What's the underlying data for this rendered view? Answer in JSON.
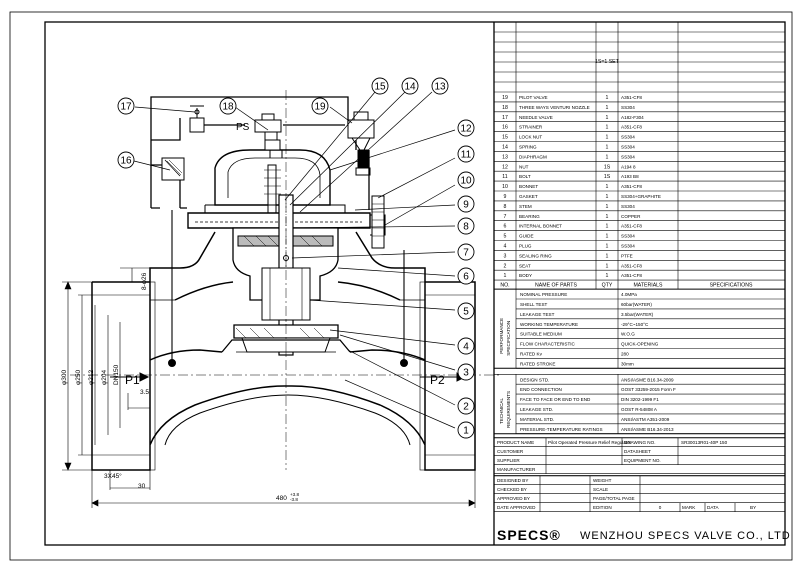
{
  "callouts": [
    "1",
    "2",
    "3",
    "4",
    "5",
    "6",
    "7",
    "8",
    "9",
    "10",
    "11",
    "12",
    "13",
    "14",
    "15",
    "16",
    "17",
    "18",
    "19"
  ],
  "drawing_labels": {
    "ps": "PS",
    "p1": "P1",
    "p2": "P2"
  },
  "dimensions": {
    "d1": "8-φ26",
    "d2": "φ300",
    "d3": "φ250",
    "d4": "φ212",
    "d5": "φ204",
    "d6": "DN150",
    "d7": "3.5",
    "d8": "3X45°",
    "d9": "30",
    "d10": "480",
    "d11": "+3.8",
    "d12": "-3.8"
  },
  "header_text": "1S=1 SET",
  "parts": [
    {
      "no": "19",
      "name": "PILOT VALVE",
      "qty": "1",
      "material": "A351-CF8"
    },
    {
      "no": "18",
      "name": "THREE WAYS VENTURI NOZZLE",
      "qty": "1",
      "material": "SS304"
    },
    {
      "no": "17",
      "name": "NEEDLE VALVE",
      "qty": "1",
      "material": "A182-F304"
    },
    {
      "no": "16",
      "name": "STRAINER",
      "qty": "1",
      "material": "A351-CF8"
    },
    {
      "no": "15",
      "name": "LOCK NUT",
      "qty": "1",
      "material": "SS304"
    },
    {
      "no": "14",
      "name": "SPRING",
      "qty": "1",
      "material": "SS304"
    },
    {
      "no": "13",
      "name": "DIAPHRAGM",
      "qty": "1",
      "material": "SS304"
    },
    {
      "no": "12",
      "name": "NUT",
      "qty": "1S",
      "material": "A194 8"
    },
    {
      "no": "11",
      "name": "BOLT",
      "qty": "1S",
      "material": "A193 B8"
    },
    {
      "no": "10",
      "name": "BONNET",
      "qty": "1",
      "material": "A351-CF8"
    },
    {
      "no": "9",
      "name": "GASKET",
      "qty": "1",
      "material": "SS304+GRAPHITE"
    },
    {
      "no": "8",
      "name": "STEM",
      "qty": "1",
      "material": "SS304"
    },
    {
      "no": "7",
      "name": "BEARING",
      "qty": "1",
      "material": "COPPER"
    },
    {
      "no": "6",
      "name": "INTERNAL BONNET",
      "qty": "1",
      "material": "A351-CF8"
    },
    {
      "no": "5",
      "name": "GUIDE",
      "qty": "1",
      "material": "SS304"
    },
    {
      "no": "4",
      "name": "PLUG",
      "qty": "1",
      "material": "SS304"
    },
    {
      "no": "3",
      "name": "SEALING RING",
      "qty": "1",
      "material": "PTFE"
    },
    {
      "no": "2",
      "name": "SEAT",
      "qty": "1",
      "material": "A351-CF8"
    },
    {
      "no": "1",
      "name": "BODY",
      "qty": "1",
      "material": "A351-CF8"
    }
  ],
  "parts_header": {
    "no": "NO.",
    "name": "NAME OF PARTS",
    "qty": "QTY",
    "material": "MATERIALS",
    "spec": "SPECIFICATIONS"
  },
  "performance": {
    "label_line1": "PERFORMANCE",
    "label_line2": "SPECIFICATION",
    "rows": [
      {
        "k": "NOMINAL PRESSURE",
        "v": "4.0MPa"
      },
      {
        "k": "SHELL TEST",
        "v": "60bar(WATER)"
      },
      {
        "k": "LEAKAGE TEST",
        "v": "3.5bar(WATER)"
      },
      {
        "k": "WORKING TEMPERATURE",
        "v": "-29°C~150°C"
      },
      {
        "k": "SUITABLE MEDIUM",
        "v": "W.O.G"
      },
      {
        "k": "FLOW CHARACTERISTIC",
        "v": "QUICK-OPENING"
      },
      {
        "k": "RATED Kv",
        "v": "280"
      },
      {
        "k": "RATED STROKE",
        "v": "30mm"
      }
    ]
  },
  "technical": {
    "label_line1": "TECHNICAL",
    "label_line2": "REQUIREMENTS",
    "rows": [
      {
        "k": "DESIGN STD.",
        "v": "ANSI/ASME B16.34-2009"
      },
      {
        "k": "END CONNECTION",
        "v": "GOST 33259-2015 Form F"
      },
      {
        "k": "FACE TO FACE OR END TO END",
        "v": "DIN 3202-1999 F1"
      },
      {
        "k": "LEAKAGE STD.",
        "v": "GOST R-54808 A"
      },
      {
        "k": "MATERIAL STD.",
        "v": "ANSI/ASTM A351-2009"
      },
      {
        "k": "PRESSURE-TEMPERATURE RATINGS",
        "v": "ANSI/ASME B16.34-2013"
      }
    ]
  },
  "title_block": {
    "product_name_label": "PRODUCT NAME",
    "product_name": "Pilot Operated Pressure Relief Regulator",
    "drawing_no_label": "DRAWING NO.",
    "drawing_no": "SR30013R01-40P 150",
    "customer": "CUSTOMER",
    "datasheet": "DATASHEET",
    "supplier": "SUPPLIER",
    "equipment_no": "EQUIPMENT NO.",
    "manufacturer": "MANUFACTURER",
    "designed_by": "DESIGNED BY",
    "weight": "WEIGHT",
    "checked_by": "CHECKED BY",
    "scale": "SCALE",
    "approved_by": "APPROVED BY",
    "page_total": "PAGE/TOTAL PAGE",
    "date_approved": "DATE APPROVED",
    "edition": "EDITION",
    "edition_value": "0",
    "mark": "MARK",
    "data": "DATA",
    "by": "BY",
    "brand": "SPECS®",
    "company": "WENZHOU SPECS VALVE CO., LTD"
  }
}
